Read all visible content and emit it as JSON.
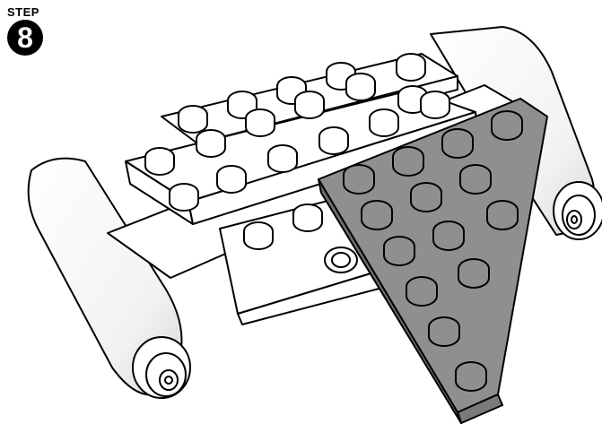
{
  "step": {
    "label": "STEP",
    "number": "8"
  },
  "colors": {
    "light_parts": "#ffffff",
    "dark_part": "#8f8f8f",
    "outline": "#000000"
  },
  "icons": [
    "step-number-badge"
  ]
}
